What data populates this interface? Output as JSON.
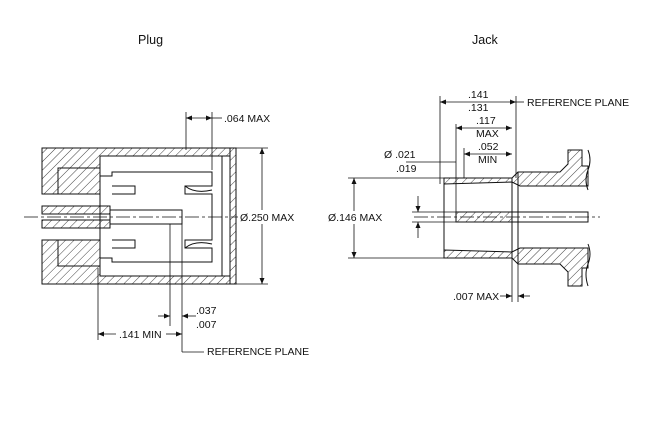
{
  "plug": {
    "title": "Plug",
    "dim_064": ".064 MAX",
    "dim_250": "Ø.250 MAX",
    "dim_037": ".037",
    "dim_007": ".007",
    "dim_141": ".141 MIN",
    "ref_plane": "REFERENCE PLANE"
  },
  "jack": {
    "title": "Jack",
    "dim_141": ".141",
    "dim_131": ".131",
    "ref_plane": "REFERENCE PLANE",
    "dim_117": ".117",
    "dim_117_max": "MAX",
    "dim_052": ".052",
    "dim_052_min": "MIN",
    "dim_021": "Ø .021",
    "dim_019": ".019",
    "dim_146": "Ø.146 MAX",
    "dim_007": ".007 MAX"
  }
}
